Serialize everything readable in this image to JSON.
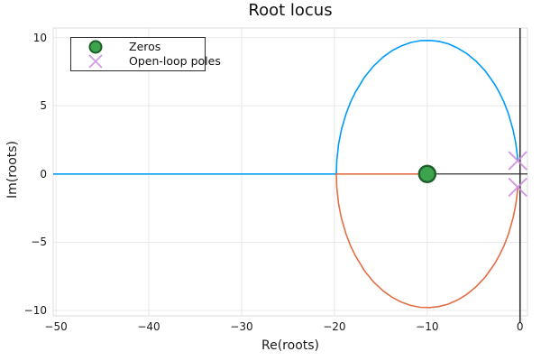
{
  "colors": {
    "background": "#ffffff",
    "grid": "#e8e8e8",
    "frame": "#dcdcdc",
    "axis": "#333333",
    "branch_upper": "#009af9",
    "branch_lower": "#e26e46",
    "zero_fill": "#3da44d",
    "zero_edge": "#1d5e2b",
    "pole": "#cb8bd9"
  },
  "legend": {
    "items": [
      {
        "label": "Zeros",
        "marker": "circle-icon"
      },
      {
        "label": "Open-loop poles",
        "marker": "x-icon"
      }
    ]
  },
  "chart_data": {
    "type": "line",
    "title": "Root locus",
    "xlabel": "Re(roots)",
    "ylabel": "Im(roots)",
    "xlim": [
      -50.3,
      0.8
    ],
    "ylim": [
      -10.4,
      10.7
    ],
    "x_ticks": [
      -50,
      -40,
      -30,
      -20,
      -10,
      0
    ],
    "y_ticks": [
      -10,
      -5,
      0,
      5,
      10
    ],
    "grid": true,
    "legend_position": "top-left",
    "breakaway_point": [
      -19.8,
      0
    ],
    "series": [
      {
        "name": "locus-branch-upper",
        "type": "line",
        "color": "#009af9",
        "points": [
          [
            -50.3,
            0
          ],
          [
            -19.8,
            0
          ],
          [
            -19.75,
            0.97
          ],
          [
            -19.55,
            2.19
          ],
          [
            -19.25,
            3.23
          ],
          [
            -18.75,
            4.41
          ],
          [
            -18.25,
            5.29
          ],
          [
            -17.75,
            5.99
          ],
          [
            -16.75,
            7.1
          ],
          [
            -15.75,
            7.93
          ],
          [
            -14.75,
            8.57
          ],
          [
            -13.75,
            9.05
          ],
          [
            -12.75,
            9.4
          ],
          [
            -11.75,
            9.64
          ],
          [
            -10.75,
            9.77
          ],
          [
            -9.75,
            9.79
          ],
          [
            -8.75,
            9.72
          ],
          [
            -7.75,
            9.54
          ],
          [
            -6.75,
            9.24
          ],
          [
            -5.75,
            8.83
          ],
          [
            -4.75,
            8.27
          ],
          [
            -3.75,
            7.55
          ],
          [
            -2.75,
            6.59
          ],
          [
            -2.25,
            5.99
          ],
          [
            -1.75,
            5.29
          ],
          [
            -1.25,
            4.41
          ],
          [
            -0.75,
            3.23
          ],
          [
            -0.5,
            2.4
          ],
          [
            -0.375,
            1.83
          ],
          [
            -0.3,
            1.38
          ],
          [
            -0.25,
            0.97
          ]
        ]
      },
      {
        "name": "locus-branch-lower",
        "type": "line",
        "color": "#e26e46",
        "points": [
          [
            -10,
            0
          ],
          [
            -19.8,
            0
          ],
          [
            -19.75,
            -0.97
          ],
          [
            -19.55,
            -2.19
          ],
          [
            -19.25,
            -3.23
          ],
          [
            -18.75,
            -4.41
          ],
          [
            -18.25,
            -5.29
          ],
          [
            -17.75,
            -5.99
          ],
          [
            -16.75,
            -7.1
          ],
          [
            -15.75,
            -7.93
          ],
          [
            -14.75,
            -8.57
          ],
          [
            -13.75,
            -9.05
          ],
          [
            -12.75,
            -9.4
          ],
          [
            -11.75,
            -9.64
          ],
          [
            -10.75,
            -9.77
          ],
          [
            -9.75,
            -9.79
          ],
          [
            -8.75,
            -9.72
          ],
          [
            -7.75,
            -9.54
          ],
          [
            -6.75,
            -9.24
          ],
          [
            -5.75,
            -8.83
          ],
          [
            -4.75,
            -8.27
          ],
          [
            -3.75,
            -7.55
          ],
          [
            -2.75,
            -6.59
          ],
          [
            -2.25,
            -5.99
          ],
          [
            -1.75,
            -5.29
          ],
          [
            -1.25,
            -4.41
          ],
          [
            -0.75,
            -3.23
          ],
          [
            -0.5,
            -2.4
          ],
          [
            -0.375,
            -1.83
          ],
          [
            -0.3,
            -1.38
          ],
          [
            -0.25,
            -0.97
          ]
        ]
      },
      {
        "name": "zeros",
        "type": "scatter",
        "marker": "circle",
        "color": "#3da44d",
        "edge_color": "#1d5e2b",
        "points": [
          [
            -10,
            0
          ]
        ]
      },
      {
        "name": "open-loop-poles",
        "type": "scatter",
        "marker": "x",
        "color": "#cb8bd9",
        "points": [
          [
            -0.25,
            0.97
          ],
          [
            -0.25,
            -0.97
          ]
        ]
      }
    ]
  }
}
